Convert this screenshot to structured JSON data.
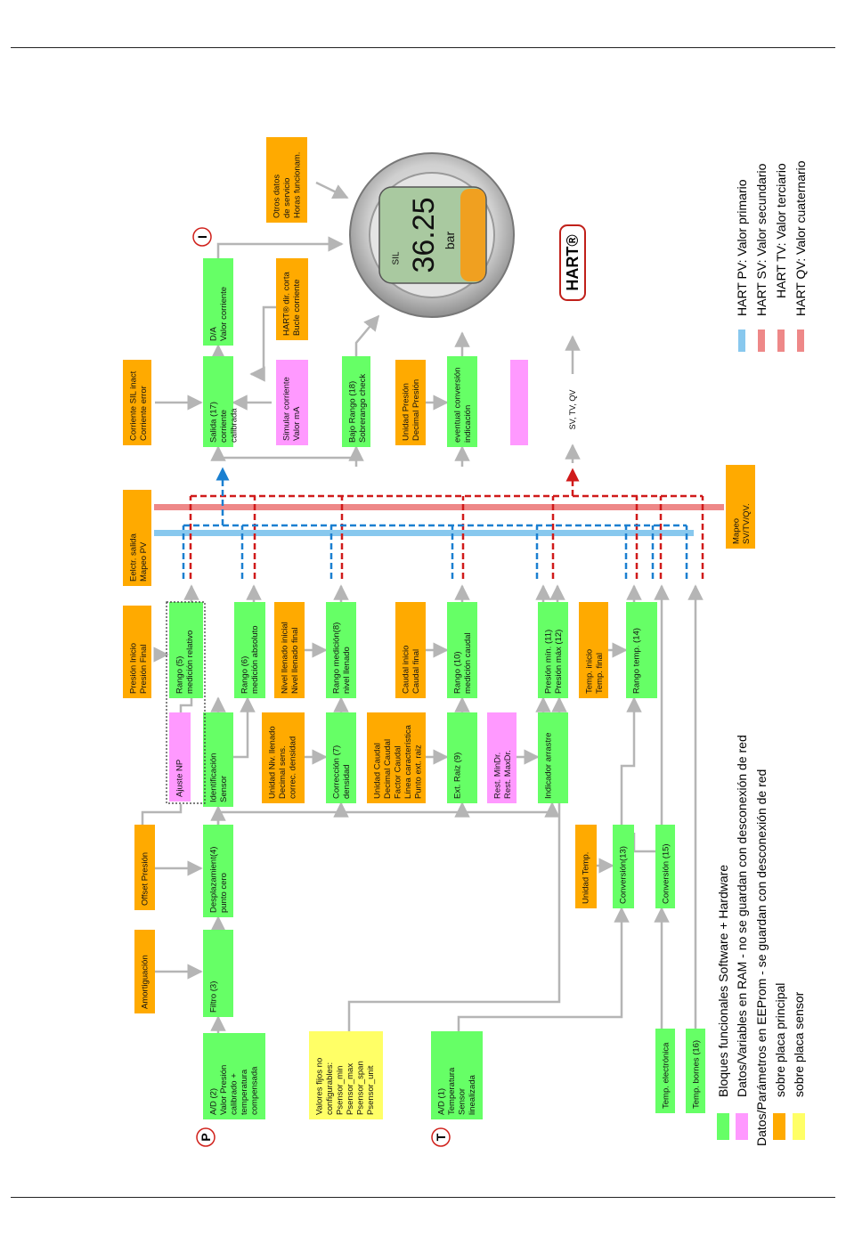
{
  "colors": {
    "green": "#66ff66",
    "pink": "#ff99ff",
    "orange": "#ffaa00",
    "yellow": "#ffff66",
    "blue": "#88c8ee",
    "red": "#ee8888",
    "arrow": "#bbbbbb",
    "blue_dash": "#1a7fd0",
    "red_dash": "#d01a1a"
  },
  "circles": {
    "p": "P",
    "t": "T",
    "i": "I"
  },
  "blocks": {
    "ad_pressure": [
      "A/D          (2)",
      "Valor Presión",
      "calibrado +",
      "temperatura",
      "compensada"
    ],
    "filter": [
      "Filtro          (3)"
    ],
    "offset": [
      "Desplazamient(4)",
      "punto cero"
    ],
    "ident": [
      "Identificación",
      "Sensor"
    ],
    "range_rel": [
      "Rango          (5)",
      "medición relativo"
    ],
    "range_abs": [
      "Rango          (6)",
      "medición absoluto"
    ],
    "density": [
      "Corrección    (7)",
      "densidad"
    ],
    "level": [
      "Rango medición(8)",
      "nivel llenado"
    ],
    "root": [
      "Ext. Raiz (9)"
    ],
    "flow": [
      "Rango          (10)",
      "medición caudal"
    ],
    "drag": [
      "Indicador arrastre"
    ],
    "pminmax": [
      "Presión mín. (11)",
      "Presión máx (12)"
    ],
    "ad_temp": [
      "A/D          (1)",
      "Temperatura",
      "Sensor",
      "linealizada"
    ],
    "conv13": [
      "Conversión(13)"
    ],
    "temp_range": [
      "Rango temp.   (14)"
    ],
    "conv15": [
      "Conversión (15)"
    ],
    "output": [
      "Salida          (17)",
      "corriente",
      "calibrada"
    ],
    "da": [
      "D/A",
      "Valor corriente"
    ],
    "overrange": [
      "Bajo Rango    (18)",
      "Sobrerango check"
    ],
    "conv_ind": [
      "eventual conversión",
      "indicación"
    ],
    "temp_elec": [
      "Temp. electrónica"
    ],
    "temp_term": [
      "Temp. bornes (16)"
    ]
  },
  "ram": {
    "ajuste": [
      "Ajuste NP"
    ],
    "mindr": [
      "Rest. MinDr.",
      "Rest. MaxDr."
    ],
    "simul": [
      "Simular corriente",
      "Valor mA"
    ]
  },
  "params": {
    "damping": [
      "Amortiguación"
    ],
    "offset_p": [
      "Offset Presión"
    ],
    "p_range": [
      "Presión Inicio",
      "Presión Final"
    ],
    "level_units": [
      "Unidad Niv. llenado",
      "Decimal sens.",
      "correc. densidad"
    ],
    "level_init": [
      "Nivel llenado inicial",
      "Nivel llenado final"
    ],
    "flow_units": [
      "Unidad Caudal",
      "Decimal Caudal",
      "Factor Caudal",
      "Línea característica",
      "Punto ext. raiz"
    ],
    "flow_range": [
      "Caudal inicio",
      "Caudal final"
    ],
    "temp_unit": [
      "Unidad Temp."
    ],
    "temp_range_p": [
      "Temp. inicio",
      "Temp. final"
    ],
    "out_map": [
      "Eelctr. salida",
      "Mapeo PV"
    ],
    "sv_map": [
      "Mapeo",
      "SV/TV/QV."
    ],
    "current_err": [
      "Corriente SIL inact",
      "Corriente error"
    ],
    "hart_dir": [
      "HART® dir. corta",
      "Bucle corriente"
    ],
    "p_unit": [
      "Unidad Presión",
      "Decimal Presión"
    ],
    "service": [
      "Otros datos",
      "de servicio",
      "Horas funcionam."
    ]
  },
  "fixed": [
    "Valores fijos no",
    "configurables:",
    "Psensor_min",
    "Psensor_max",
    "Psensor_span",
    "Psensor_unit"
  ],
  "sv_tv_qv": "SV, TV, QV",
  "hart_logo": "HART®",
  "display": {
    "sil": "SIL",
    "value": "36.25",
    "unit": "bar"
  },
  "legend_fb": "Bloques funcionales Software + Hardware",
  "legend_ram": "Datos/Variables en RAM - no se guardan con desconexión de red",
  "legend_eeprom": "Datos/Parámetros en EEProm - se guardan con desconexión de red",
  "legend_main": "sobre placa principal",
  "legend_sensor": "sobre placa sensor",
  "hart_pv": "HART PV: Valor primario",
  "hart_sv": "HART SV:  Valor secundario",
  "hart_tv": "HART TV:  Valor terciario",
  "hart_qv": "HART QV: Valor cuaternario"
}
